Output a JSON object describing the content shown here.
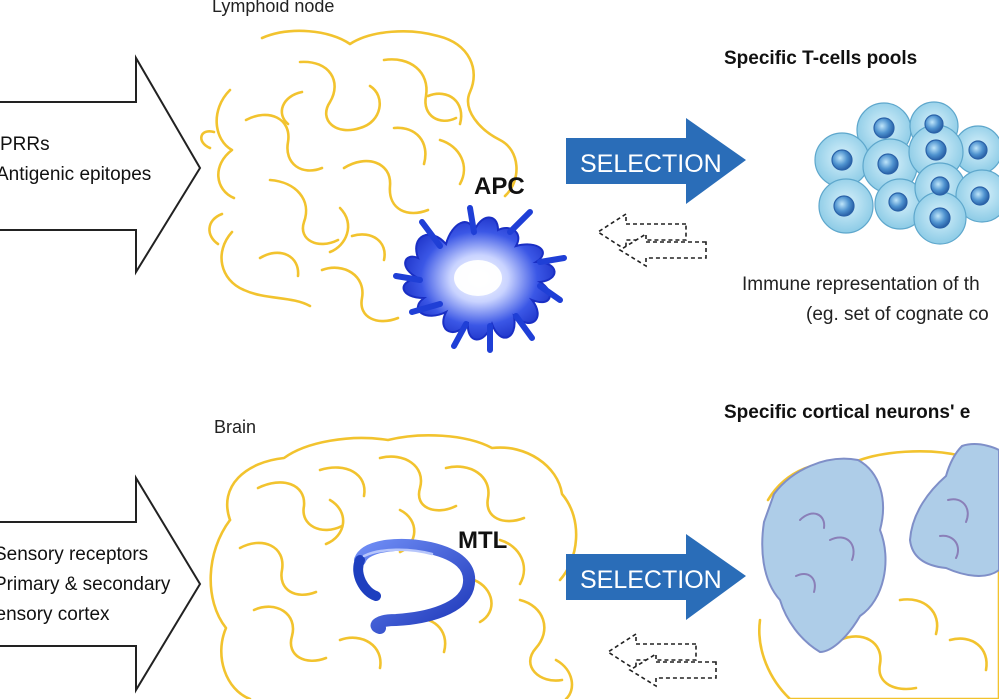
{
  "top": {
    "organ_label": "Lymphoid node",
    "inputs": [
      "PRRs",
      "Antigenic epitopes"
    ],
    "cell_label": "APC",
    "selection_label": "SELECTION",
    "result_title": "Specific T-cells pools",
    "result_caption_1": "Immune representation of th",
    "result_caption_2": "(eg. set of cognate co"
  },
  "bottom": {
    "organ_label": "Brain",
    "inputs": [
      "Sensory receptors",
      "Primary & secondary",
      "sensory cortex"
    ],
    "region_label": "MTL",
    "selection_label": "SELECTION",
    "result_title": "Specific cortical neurons' e"
  },
  "colors": {
    "tissue_yellow": "#f2c32e",
    "arrow_blue": "#2a6db8",
    "apc_blue": "#1f3fd6",
    "cell_fill": "#a9dcf0",
    "nucleus": "#4d8fc9",
    "cortex_fill": "#aecde8",
    "mtl_blue": "#1e3fbf"
  }
}
